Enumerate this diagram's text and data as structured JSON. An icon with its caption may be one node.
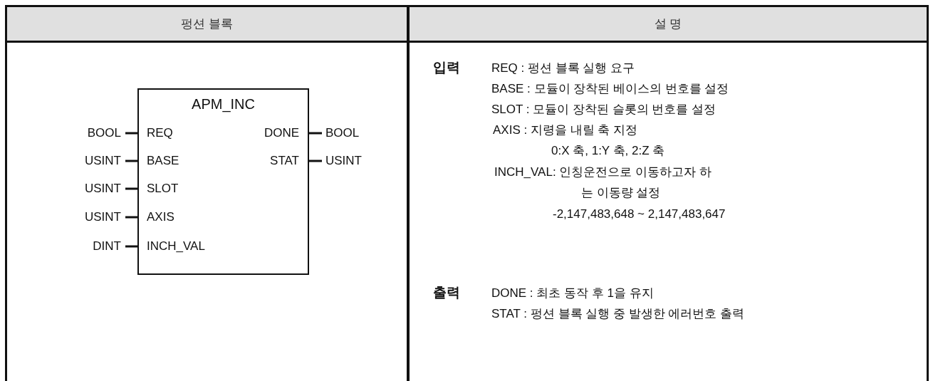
{
  "diagram": {
    "nodes": [
      {
        "text": [
          "APM_INC"
        ]
      },
      {
        "text": [
          "REQ"
        ],
        "in": 0
      },
      {
        "text": [
          "DONE"
        ],
        "in": 0
      },
      {
        "text": [
          "BASE"
        ],
        "in": 0
      },
      {
        "text": [
          "STAT"
        ],
        "in": 0
      },
      {
        "text": [
          "SLOT"
        ],
        "in": 0
      },
      {
        "text": [
          "AXIS"
        ],
        "in": 0
      },
      {
        "text": [
          "INCH_VAL"
        ],
        "in": 0
      },
      {
        "text": [
          "BOOL"
        ]
      },
      {
        "text": [
          "BOOL"
        ]
      },
      {
        "text": [
          "USINT"
        ]
      },
      {
        "text": [
          "USINT"
        ]
      },
      {
        "text": [
          "USINT"
        ]
      },
      {
        "text": [
          "USINT"
        ]
      },
      {
        "text": [
          "DINT"
        ]
      }
    ],
    "edges": [
      {
        "from": 8,
        "to": 1,
        "arrow": "none"
      },
      {
        "from": 2,
        "to": 9,
        "arrow": "none"
      },
      {
        "from": 10,
        "to": 3,
        "arrow": "none"
      },
      {
        "from": 4,
        "to": 11,
        "arrow": "none"
      },
      {
        "from": 12,
        "to": 5,
        "arrow": "none"
      },
      {
        "from": 13,
        "to": 6,
        "arrow": "none"
      },
      {
        "from": 14,
        "to": 7,
        "arrow": "none"
      }
    ],
    "labels": [
      "펑션 블록",
      "설 명",
      "입력",
      "REQ : 펑션 블록 실행 요구",
      "BASE : 모듈이 장착된 베이스의 번호를 설정",
      "SLOT : 모듈이 장착된 슬롯의 번호를 설정",
      "AXIS : 지령을 내릴 축 지정",
      "0:X 축, 1:Y 축, 2:Z 축",
      "INCH_VAL: 인칭운전으로 이동하고자 하는 이동량 설정",
      "-2,147,483,648 ~ 2,147,483,647",
      "출력",
      "DONE : 최초 동작 후 1을 유지",
      "STAT : 펑션 블록 실행 중 발생한 에러번호 출력"
    ]
  }
}
